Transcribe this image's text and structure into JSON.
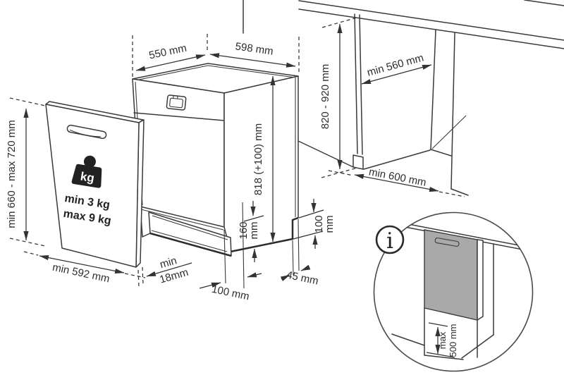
{
  "colors": {
    "line": "#3a3a3a",
    "text": "#2d2d2d",
    "panel_fill": "#a9a9a9",
    "background": "#ffffff"
  },
  "door_panel": {
    "height": "min 660 - max 720 mm",
    "width": "min 592 mm",
    "weight_badge": "kg",
    "weight_min": "min 3 kg",
    "weight_max": "max 9 kg"
  },
  "dishwasher": {
    "depth": "550 mm",
    "width": "598 mm",
    "height": "818 (+100) mm",
    "plinth_height": {
      "value": "160",
      "unit": "mm"
    },
    "rear_recess_height": {
      "value": "100",
      "unit": "mm"
    },
    "rear_recess_depth": "45 mm",
    "door_bottom_offset": "100 mm",
    "panel_gap": {
      "line1": "min",
      "line2": "18mm"
    }
  },
  "niche": {
    "height": "820 - 920 mm",
    "depth": "min 560 mm",
    "width": "min 600 mm"
  },
  "inset": {
    "info_icon": "i",
    "panel_max_below": {
      "line1": "max",
      "line2": "500 mm"
    }
  }
}
